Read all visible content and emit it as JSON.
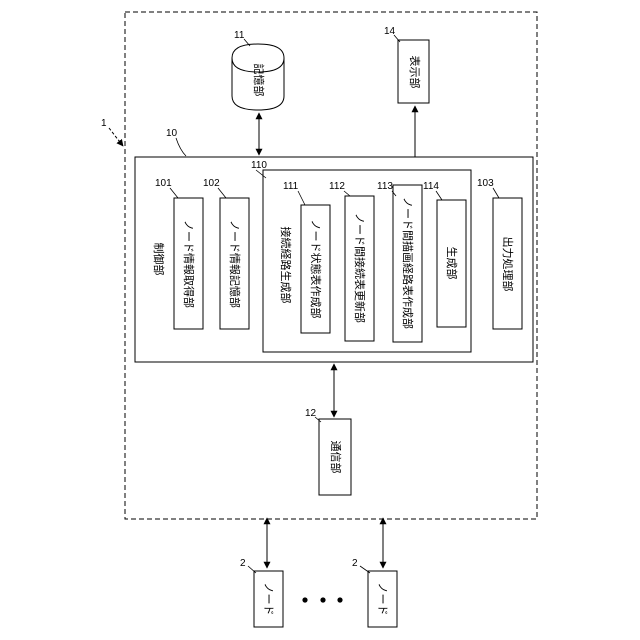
{
  "system": {
    "ref": "1"
  },
  "storage": {
    "ref": "11",
    "label": "記憶部"
  },
  "display": {
    "ref": "14",
    "label": "表示部"
  },
  "control": {
    "ref": "10",
    "label": "制御部"
  },
  "node_info_acquire": {
    "ref": "101",
    "label": "ノード情報取得部"
  },
  "node_info_store": {
    "ref": "102",
    "label": "ノード情報記憶部"
  },
  "route_gen": {
    "ref": "110",
    "label": "接続経路生成部"
  },
  "node_state_table": {
    "ref": "111",
    "label": "ノード状態表作成部"
  },
  "node_conn_update": {
    "ref": "112",
    "label": "ノード間接続表更新部"
  },
  "node_draw_route": {
    "ref": "113",
    "label": "ノード間描画経路表作成部"
  },
  "generator": {
    "ref": "114",
    "label": "生成部"
  },
  "output_proc": {
    "ref": "103",
    "label": "出力処理部"
  },
  "comm": {
    "ref": "12",
    "label": "通信部"
  },
  "node_left": {
    "ref": "2",
    "label": "ノード"
  },
  "node_right": {
    "ref": "2",
    "label": "ノード"
  }
}
